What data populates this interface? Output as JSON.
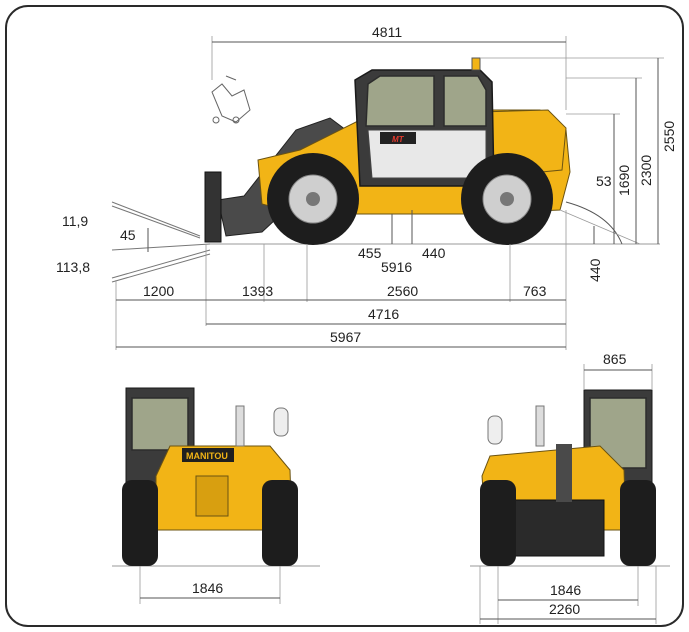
{
  "dimensions": {
    "overall_length_top": "4811",
    "height_2550": "2550",
    "height_2300": "2300",
    "height_1690": "1690",
    "angle_53": "53",
    "fork_angle_upper": "11,9",
    "fork_angle_lower": "113,8",
    "fork_thickness": "45",
    "ground_clearance_455": "455",
    "wheel_center_5916": "5916",
    "clearance_440": "440",
    "rear_overhang_height_440": "440",
    "fork_length_1200": "1200",
    "front_overhang_1393": "1393",
    "wheelbase_2560": "2560",
    "rear_overhang_763": "763",
    "length_4716": "4716",
    "length_5967": "5967",
    "front_track_1846": "1846",
    "rear_width_865": "865",
    "rear_track_1846": "1846",
    "overall_width_2260": "2260"
  },
  "branding": {
    "model_badge": "MT",
    "brand_badge": "MANITOU"
  }
}
